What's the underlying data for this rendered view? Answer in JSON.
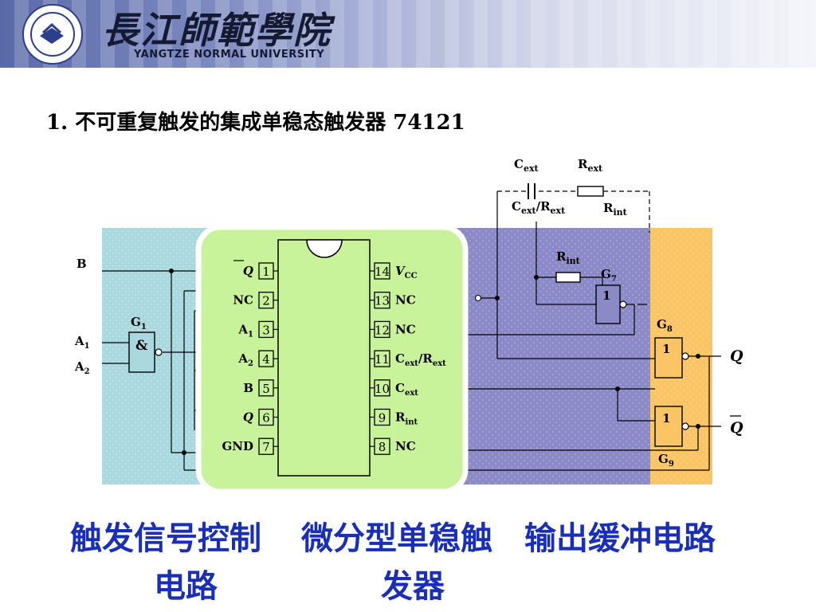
{
  "header": {
    "university_cn": "長江師範學院",
    "university_en": "YANGTZE NORMAL UNIVERSITY",
    "logo_icon": "university-seal-icon"
  },
  "title": "1. 不可重复触发的集成单稳态触发器 74121",
  "diagram": {
    "input_labels": {
      "B": "B",
      "A1": "A",
      "A1_sub": "1",
      "A2": "A",
      "A2_sub": "2"
    },
    "gates": {
      "G1": {
        "name": "G",
        "sub": "1",
        "symbol": "&"
      },
      "G7": {
        "name": "G",
        "sub": "7",
        "symbol": "1"
      },
      "G8": {
        "name": "G",
        "sub": "8",
        "symbol": "1"
      },
      "G9": {
        "name": "G",
        "sub": "9",
        "symbol": "1"
      }
    },
    "external": {
      "cext": {
        "main": "C",
        "sub": "ext"
      },
      "rext": {
        "main": "R",
        "sub": "ext"
      },
      "cext_rext": {
        "a": "C",
        "a_sub": "ext",
        "sep": "/R",
        "b_sub": "ext"
      },
      "rint_top": {
        "main": "R",
        "sub": "int"
      },
      "rint_inner": {
        "main": "R",
        "sub": "int"
      }
    },
    "outputs": {
      "q": "Q",
      "qbar": "Q"
    },
    "pins_left": [
      {
        "num": "1",
        "label": "Q",
        "overline": true,
        "italic": true
      },
      {
        "num": "2",
        "label": "NC"
      },
      {
        "num": "3",
        "label": "A",
        "sub": "1"
      },
      {
        "num": "4",
        "label": "A",
        "sub": "2"
      },
      {
        "num": "5",
        "label": "B"
      },
      {
        "num": "6",
        "label": "Q",
        "italic": true
      },
      {
        "num": "7",
        "label": "GND"
      }
    ],
    "pins_right": [
      {
        "num": "14",
        "label": "V",
        "sub": "CC",
        "italic": true
      },
      {
        "num": "13",
        "label": "NC"
      },
      {
        "num": "12",
        "label": "NC"
      },
      {
        "num": "11",
        "label": "C",
        "sub": "ext",
        "tail": "/R",
        "tail_sub": "ext"
      },
      {
        "num": "10",
        "label": "C",
        "sub": "ext"
      },
      {
        "num": "9",
        "label": "R",
        "sub": "int"
      },
      {
        "num": "8",
        "label": "NC"
      }
    ],
    "colors": {
      "trigger_region": "#a9d9df",
      "monostable_region": "#8b89c8",
      "output_region": "#fbc566",
      "chip_panel": "#c9f39b",
      "chip_body": "#c9f39b",
      "wire": "#000000"
    }
  },
  "captions": {
    "trigger_line1": "触发信号控制",
    "trigger_line2": "电路",
    "mono_line1": "微分型单稳触",
    "mono_line2": "发器",
    "output_line1": "输出缓冲电路"
  }
}
